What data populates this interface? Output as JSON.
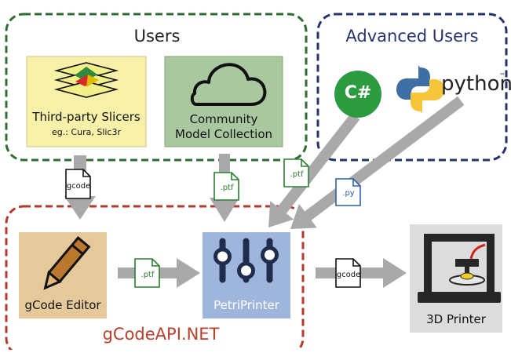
{
  "groups": {
    "users": "Users",
    "advanced_users": "Advanced Users",
    "api": "gCodeAPI.NET"
  },
  "nodes": {
    "slicers_title": "Third-party Slicers",
    "slicers_sub": "eg.: Cura, Slic3r",
    "community_line1": "Community",
    "community_line2": "Model Collection",
    "csharp": "C#",
    "python": "python",
    "python_tm": "™",
    "gcode_editor": "gCode Editor",
    "petriprinter": "PetriPrinter",
    "printer": "3D Printer"
  },
  "files": {
    "gcode": "gcode",
    "ptf": ".ptf",
    "py": ".py"
  },
  "colors": {
    "users_border": "#2f6b35",
    "advanced_border": "#27336b",
    "api_border": "#b03a2e",
    "slicer_fill": "#f6f0a8",
    "community_fill": "#a9c8a0",
    "editor_fill": "#e6c99b",
    "petri_fill": "#9fb6dc",
    "printer_fill": "#dcdcdc",
    "arrow": "#a9a9a9",
    "csharp_green": "#2c9a3f",
    "python_blue": "#3d6fa4",
    "python_yellow": "#f5c53a"
  }
}
